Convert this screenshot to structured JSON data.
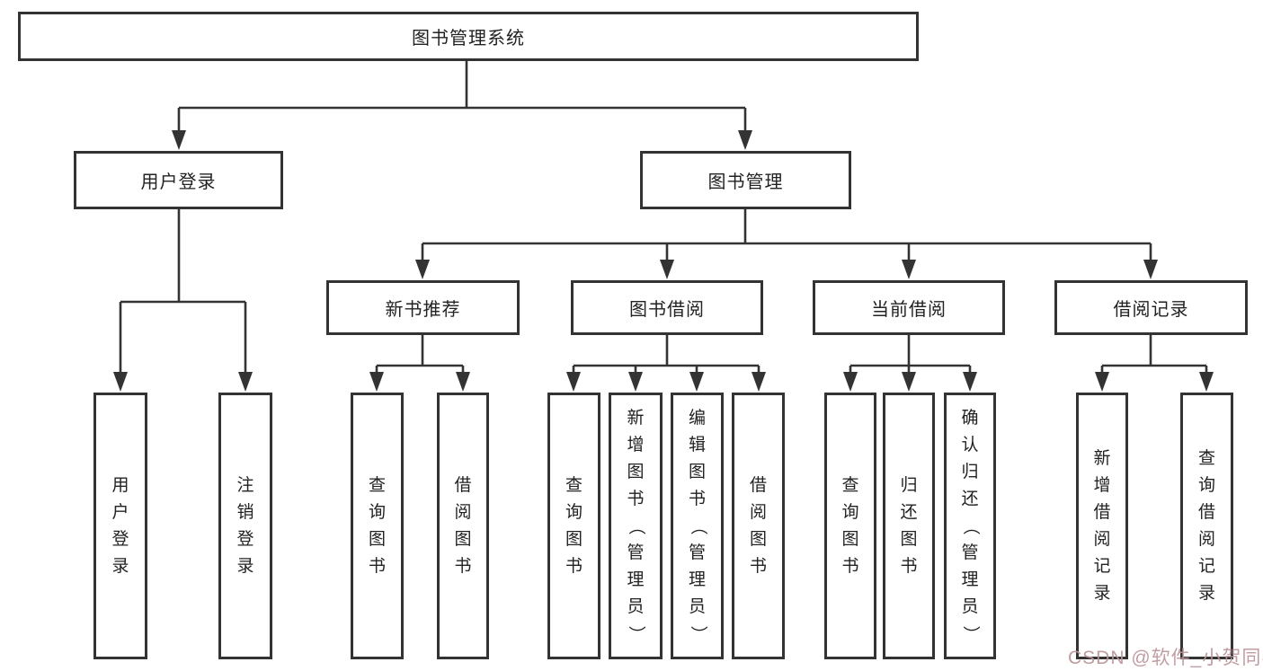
{
  "diagram": {
    "root": {
      "label": "图书管理系统"
    },
    "branches": [
      {
        "label": "用户登录",
        "leaves": [
          "用户登录",
          "注销登录"
        ]
      },
      {
        "label": "图书管理",
        "groups": [
          {
            "label": "新书推荐",
            "leaves": [
              "查询图书",
              "借阅图书"
            ]
          },
          {
            "label": "图书借阅",
            "leaves": [
              "查询图书",
              "新增图书（管理员）",
              "编辑图书（管理员）",
              "借阅图书"
            ]
          },
          {
            "label": "当前借阅",
            "leaves": [
              "查询图书",
              "归还图书",
              "确认归还（管理员）"
            ]
          },
          {
            "label": "借阅记录",
            "leaves": [
              "新增借阅记录",
              "查询借阅记录"
            ]
          }
        ]
      }
    ],
    "watermark": "CSDN @软件_小贺同学",
    "colors": {
      "line": "#333333",
      "text": "#222222",
      "background": "#ffffff",
      "watermark": "#bc9499"
    }
  }
}
